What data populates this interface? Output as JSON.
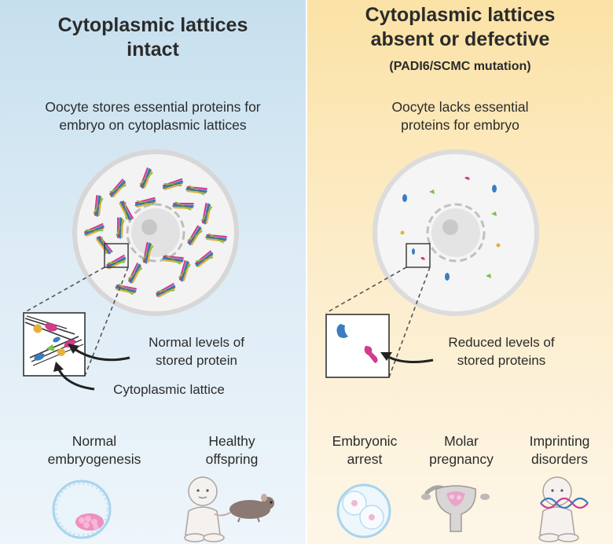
{
  "left": {
    "title_line1": "Cytoplasmic lattices",
    "title_line2": "intact",
    "desc_line1": "Oocyte stores essential proteins for",
    "desc_line2": "embryo on cytoplasmic lattices",
    "callout_levels_line1": "Normal levels of",
    "callout_levels_line2": "stored protein",
    "callout_lattice": "Cytoplasmic lattice",
    "outcomes": [
      {
        "line1": "Normal",
        "line2": "embryogenesis",
        "icon": "blastocyst-icon"
      },
      {
        "line1": "Healthy",
        "line2": "offspring",
        "icon": "baby-and-mouse-icon"
      }
    ]
  },
  "right": {
    "title_line1": "Cytoplasmic lattices",
    "title_line2": "absent or defective",
    "subtitle": "(PADI6/SCMC mutation)",
    "desc_line1": "Oocyte lacks essential",
    "desc_line2": "proteins for embryo",
    "callout_levels_line1": "Reduced levels of",
    "callout_levels_line2": "stored proteins",
    "outcomes": [
      {
        "line1": "Embryonic",
        "line2": "arrest",
        "icon": "two-cell-embryo-icon"
      },
      {
        "line1": "Molar",
        "line2": "pregnancy",
        "icon": "uterus-icon"
      },
      {
        "line1": "Imprinting",
        "line2": "disorders",
        "icon": "baby-dna-icon"
      }
    ]
  },
  "colors": {
    "left_panel_bg": "#cfe4f1",
    "right_panel_bg": "#fbe7b8",
    "protein_blue": "#3a7dc0",
    "protein_pink": "#d23c8c",
    "protein_yellow": "#e3b23c",
    "protein_green": "#7cc04a",
    "lattice_fiber": "#333333"
  }
}
